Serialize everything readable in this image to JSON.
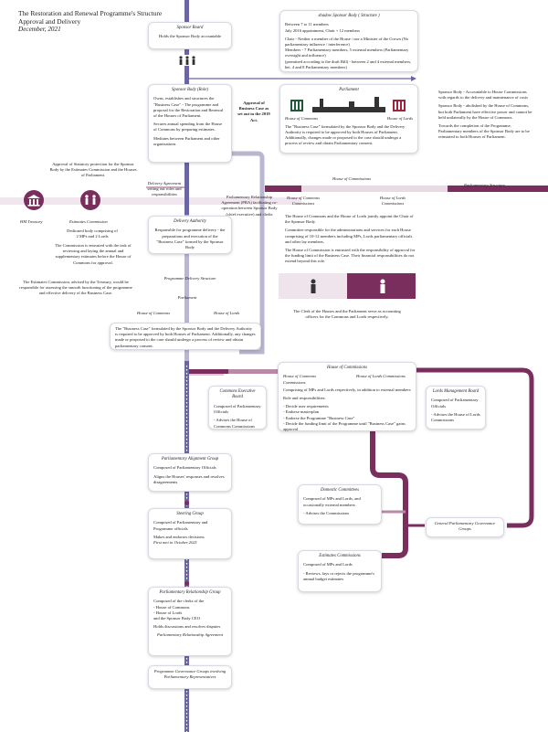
{
  "header": {
    "title": "The Restoration and Renewal Programme's Structure",
    "subtitle": "Approval and Delivery",
    "date": "December, 2021"
  },
  "colors": {
    "spine": "#6b66a0",
    "plum": "#7a2e5e",
    "pink": "#b98aa8",
    "pale": "#e9dbe4",
    "lavender": "#b9b6cf"
  },
  "sponsor_board": {
    "title": "Sponsor Board",
    "text": "Holds the Sponsor Body accountable"
  },
  "shadow_board": {
    "title": "shadow Sponsor Body ( Structure )",
    "line1": "Between 7 to 11 members",
    "line2": "July 2016 appointment, Chair + 12 members",
    "line3": "Chair - Neither a member of the House / nor a Minister of the Crown (No parliamentary influence / interference)",
    "line4": "Members - 7 Parliamentary members, 5 external members (Parliamentary oversight and influence)",
    "line5": "(permitted according to the draft Bill) - between 2 and 4 external members, bet. 4 and 8 Parliamentary members)"
  },
  "sponsor_body": {
    "title": "Sponsor Body (Role)",
    "p1": "Owns, establishes and structures the \"Business Case\" - The programme and proposal for the Restoration and Renewal of the Houses of Parliament.",
    "p2": "Secures annual spending from the House of Commons by preparing estimates.",
    "p3": "Mediates between Parliament and other organisations"
  },
  "approval_note": "Approval of Business Case as set out in the 2019 Act.",
  "parliament": {
    "title": "Parliament",
    "commons": "House of Commons",
    "lords": "House of Lords",
    "text": "The \"Business Case\" formulated by the Sponsor Body and the Delivery Authority is required to be approved by both Houses of Parliament. Additionally, changes made or proposed to the case should undergo a process of review and obtain Parliamentary consent."
  },
  "right_note": {
    "p1": "Sponsor Body - Accountable to House Commissions with regards to the delivery and maintenance of costs",
    "p2": "Sponsor Body - abolished by the House of Commons, but both Parliament have effective power and cannot be held unilaterally by the House of Commons.",
    "p3": "Towards the completion of the Programme, Parliamentary members of the Sponsor Body are to be reinstated to both Houses of Parliament."
  },
  "statutory": {
    "text": "Approval of Statutory protection for the Sponsor Body by the Estimates Commission and the Houses of Parliament.",
    "hm_treasury": "HM Treasury",
    "estimates_commission": "Estimates Commission",
    "p1": "Dedicated body comprising of 2 MPs and 2 Lords",
    "p2": "The Commission is entrusted with the task of reviewing and laying the annual and supplementary estimates before the House of Commons for approval.",
    "p3": "The Estimates Commission, advised by the Treasury, would be responsible for assessing the smooth functioning of the programme and effective delivery of the Business Case."
  },
  "delivery_agreement": {
    "title": "Delivery Agreement",
    "text": "setting out roles and responsibilities"
  },
  "pra": {
    "text": "Parliamentary Relationship Agreement (PRA) facilitating co-operation between Sponsor Body (chief executive) and clerks"
  },
  "house_commissions_top": {
    "title": "House of Commissions",
    "commons": "House of Commons Commissions",
    "lords": "House of Lords Commissions",
    "p1": "The House of Commons and the House of Lords jointly appoint the Chair of the Sponsor Body.",
    "p2": "Committee responsible for the administrations and services for each House comprising of 10-12 members including MPs, Lords parliamentary officials and other lay members.",
    "p3": "The House of Commission is entrusted with the responsibility of approval for the funding limit of the Business Case. Their financial responsibilities do not extend beyond this role.",
    "clerk_note": "The Clerk of the Houses and the Parliament serve as accounting officers for the Commons and Lords respectively."
  },
  "parliamentary_structure_label": "Parliamentary Structure",
  "delivery_authority": {
    "title": "Delivery Authority",
    "text": "Responsible for programme delivery - the preparations and execution of the \"Business Case\" formed by the Sponsor Body"
  },
  "programme_delivery": "Programme Delivery Structure",
  "parliament_mid": {
    "title": "Parliament",
    "commons": "House of Commons",
    "lords": "House of Lords"
  },
  "business_case_box": "The \"Business Case\" formulated by the Sponsor Body and the Delivery Authority is required to be approved by both Houses of Parliament. Additionally, any changes made or proposed to the case should undergo a process of review and obtain parliamentary consent.",
  "commons_exec": {
    "title": "Commons Executive Board",
    "p1": "Composed of Parliamentary Officials",
    "p2": "- Advises the House of Commons Commissions"
  },
  "house_commissions_mid": {
    "title": "House of Commissions",
    "commons": "House of Commons Commissions",
    "lords": "House of Lords Commissions",
    "p1": "Comprising of MPs and Lords respectively, in addition to external members",
    "p2": "Role and responsibilities:",
    "items": [
      "- Decide user requirements",
      "- Endorse masterplan",
      "- Endorse the Programme \"Business Case\"",
      "- Decide the funding limit of the Programme until \"Business Case\" gains approval"
    ]
  },
  "lords_mgmt": {
    "title": "Lords Management Board",
    "p1": "Composed of Parliamentary Officials",
    "p2": "- Advises the House of Lords Commissions"
  },
  "pag": {
    "title": "Parliamentary Alignment Group",
    "p1": "Composed of Parliamentary Officials",
    "p2": "Aligns the Houses' responses and resolves disagreements"
  },
  "domestic": {
    "title": "Domestic Committees",
    "p1": "Composed of MPs and Lords, and occasionally external members",
    "p2": "- Advises the Commissions"
  },
  "gpgg": {
    "title": "General Parliamentary Governance Groups"
  },
  "steering": {
    "title": "Steering Group",
    "p1": "Composed of Parliamentary and Programme officials",
    "p2": "Makes and endorses decisions",
    "p3": "First met in October 2021"
  },
  "estimates_comm": {
    "title": "Estimates Commissions",
    "p1": "Composed of MPs and Lords",
    "p2": "- Reviews, lays or rejects the programme's annual budget estimates"
  },
  "prg": {
    "title": "Parliamentary Relationship Group",
    "p1": "Composed of the clerks of the",
    "items": [
      "- House of Commons",
      "- House of Lords",
      "and the Sponsor Body CEO"
    ],
    "p2": "Holds discussions and resolves disputes",
    "p3": "Parliamentary Relationship Agreement"
  },
  "pgg": {
    "title": "Programme Governance Groups involving Parliamentary Representatives"
  }
}
